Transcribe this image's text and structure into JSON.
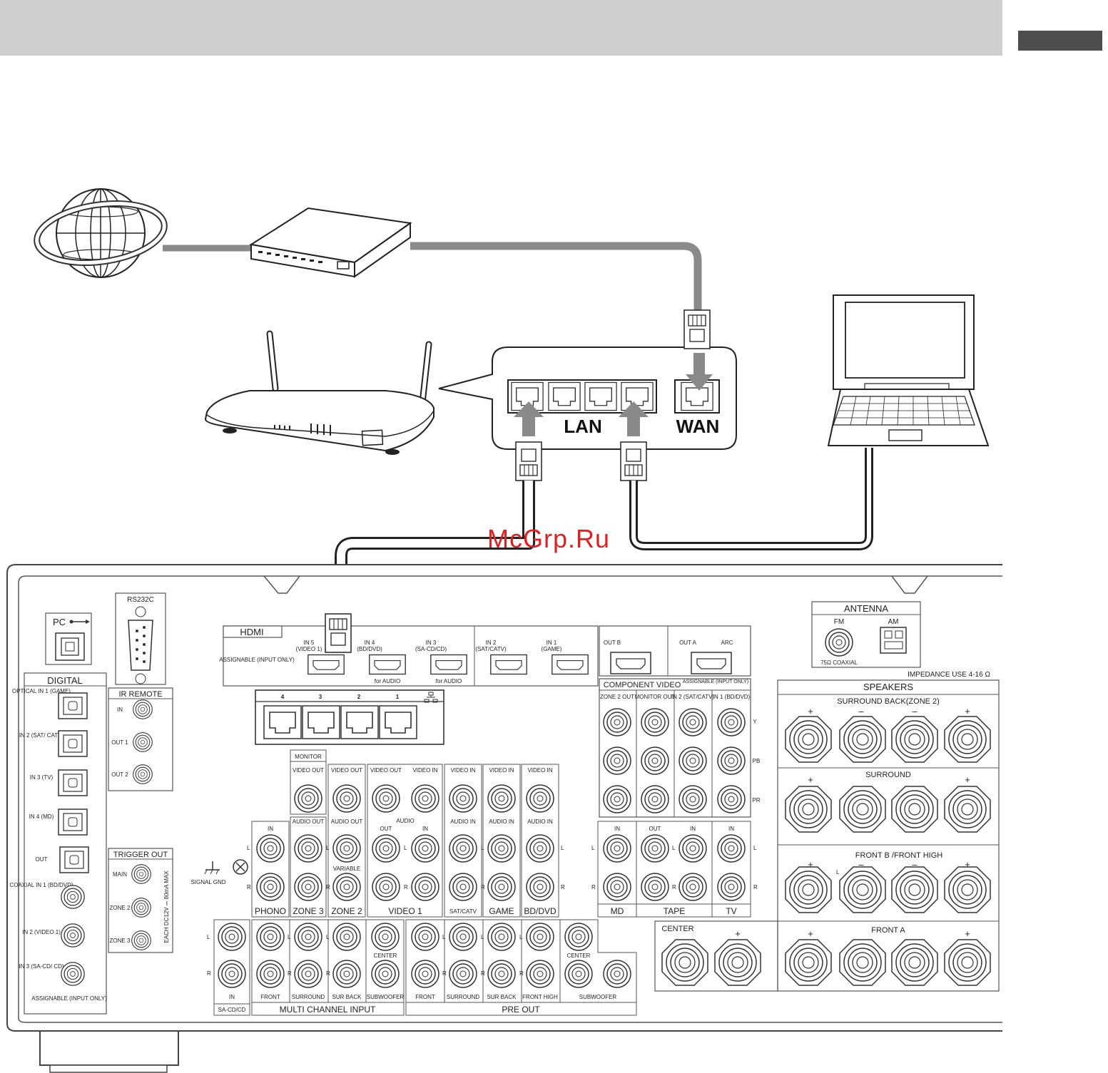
{
  "router_labels": {
    "lan": "LAN",
    "wan": "WAN"
  },
  "watermark": "McGrp.Ru",
  "receiver": {
    "pc": "PC",
    "rs232c": "RS232C",
    "digital": {
      "title": "DIGITAL",
      "optical_in1": "OPTICAL IN 1 (GAME)",
      "in2": "IN 2 (SAT/ CATV)",
      "in3": "IN 3 (TV)",
      "in4": "IN 4 (MD)",
      "out": "OUT",
      "coaxial_in1": "COAXIAL IN 1 (BD/DVD)",
      "coax_in2": "IN 2 (VIDEO 1)",
      "coax_in3": "IN 3 (SA-CD/ CD)",
      "assignable": "ASSIGNABLE (INPUT ONLY)"
    },
    "ir_remote": {
      "title": "IR REMOTE",
      "in": "IN",
      "out1": "OUT 1",
      "out2": "OUT 2"
    },
    "trigger_out": {
      "title": "TRIGGER OUT",
      "main": "MAIN",
      "zone2": "ZONE 2",
      "zone3": "ZONE 3",
      "spec": "EACH DC12V ⎓ 80mA MAX"
    },
    "signal_gnd": "SIGNAL GND",
    "hdmi": {
      "title": "HDMI",
      "assignable": "ASSIGNABLE (INPUT ONLY)",
      "in5": "IN 5",
      "in5_sub": "(VIDEO 1)",
      "in4": "IN 4",
      "in4_sub": "(BD/DVD)",
      "in3": "IN 3",
      "in3_sub": "(SA-CD/CD)",
      "in2": "IN 2",
      "in2_sub": "(SAT/CATV)",
      "in1": "IN 1",
      "in1_sub": "(GAME)",
      "for_audio": "for AUDIO",
      "out_b": "OUT B",
      "out_a": "OUT A",
      "arc": "ARC"
    },
    "lan_ports": [
      "4",
      "3",
      "2",
      "1"
    ],
    "component_video": {
      "title": "COMPONENT VIDEO",
      "assignable": "ASSIGNABLE (INPUT ONLY)",
      "zone2_out": "ZONE 2 OUT",
      "monitor_out": "MONITOR OUT",
      "in2": "IN 2 (SAT/CATV)",
      "in1": "IN 1 (BD/DVD)",
      "y": "Y",
      "pb": "PB",
      "pr": "PR"
    },
    "antenna": {
      "title": "ANTENNA",
      "fm": "FM",
      "am": "AM",
      "coax": "75Ω COAXIAL"
    },
    "impedance": "IMPEDANCE USE 4-16 Ω",
    "speakers": {
      "title": "SPEAKERS",
      "surround_back": "SURROUND BACK(ZONE 2)",
      "surround": "SURROUND",
      "front_b": "FRONT B /FRONT HIGH",
      "center": "CENTER",
      "front_a": "FRONT A"
    },
    "av": {
      "monitor": "MONITOR",
      "video_out": "VIDEO OUT",
      "video_in": "VIDEO IN",
      "audio_out": "AUDIO OUT",
      "audio_in": "AUDIO IN",
      "audio": "AUDIO",
      "out": "OUT",
      "in": "IN",
      "variable": "VARIABLE",
      "phono": "PHONO",
      "zone3": "ZONE 3",
      "zone2": "ZONE 2",
      "video1": "VIDEO 1",
      "satcatv": "SAT/CATV",
      "game": "GAME",
      "bddvd": "BD/DVD",
      "md": "MD",
      "tape": "TAPE",
      "tv": "TV",
      "l": "L",
      "r": "R"
    },
    "multi": {
      "front": "FRONT",
      "surround": "SURROUND",
      "sur_back": "SUR BACK",
      "subwoofer": "SUBWOOFER",
      "center": "CENTER",
      "in": "IN",
      "sacd": "SA-CD/CD",
      "multi_channel_input": "MULTI CHANNEL INPUT",
      "front_high": "FRONT HIGH",
      "pre_out": "PRE OUT"
    }
  }
}
